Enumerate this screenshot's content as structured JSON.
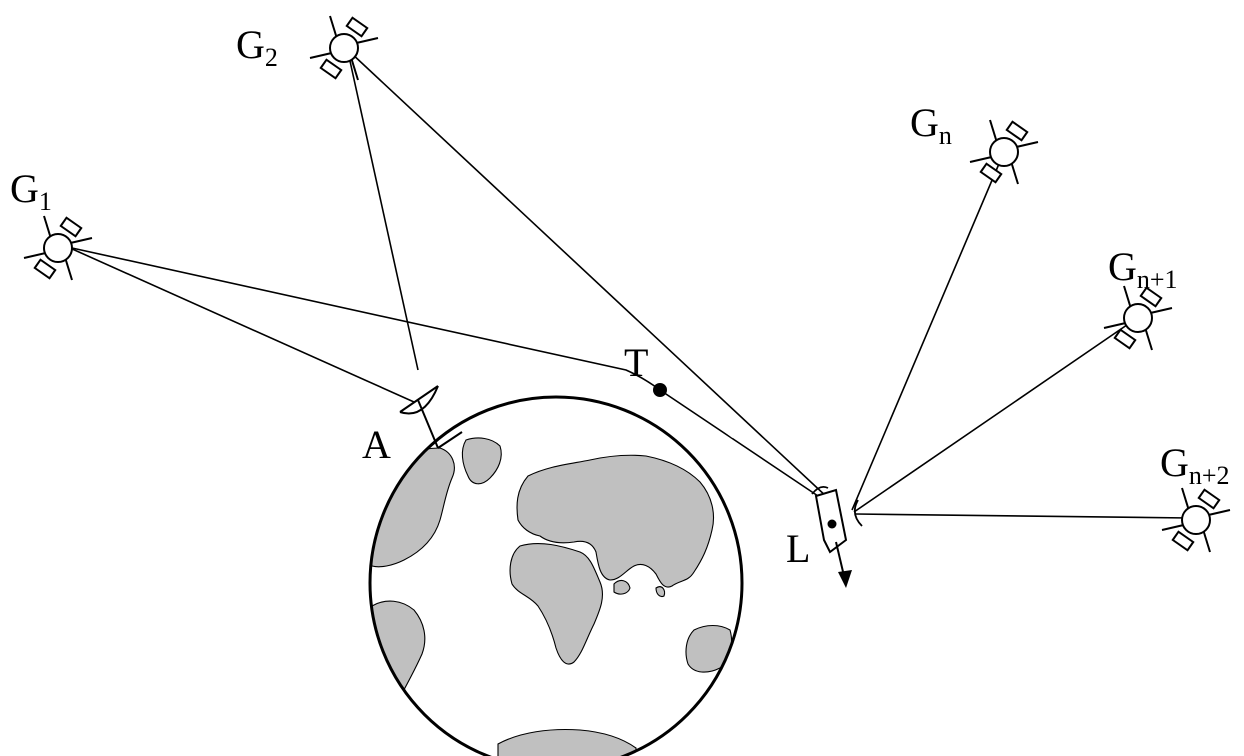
{
  "labels": {
    "G1": {
      "main": "G",
      "sub": "1"
    },
    "G2": {
      "main": "G",
      "sub": "2"
    },
    "Gn": {
      "main": "G",
      "sub": "n"
    },
    "Gn1": {
      "main": "G",
      "sub": "n+1"
    },
    "Gn2": {
      "main": "G",
      "sub": "n+2"
    },
    "A": "A",
    "T": "T",
    "L": "L"
  }
}
